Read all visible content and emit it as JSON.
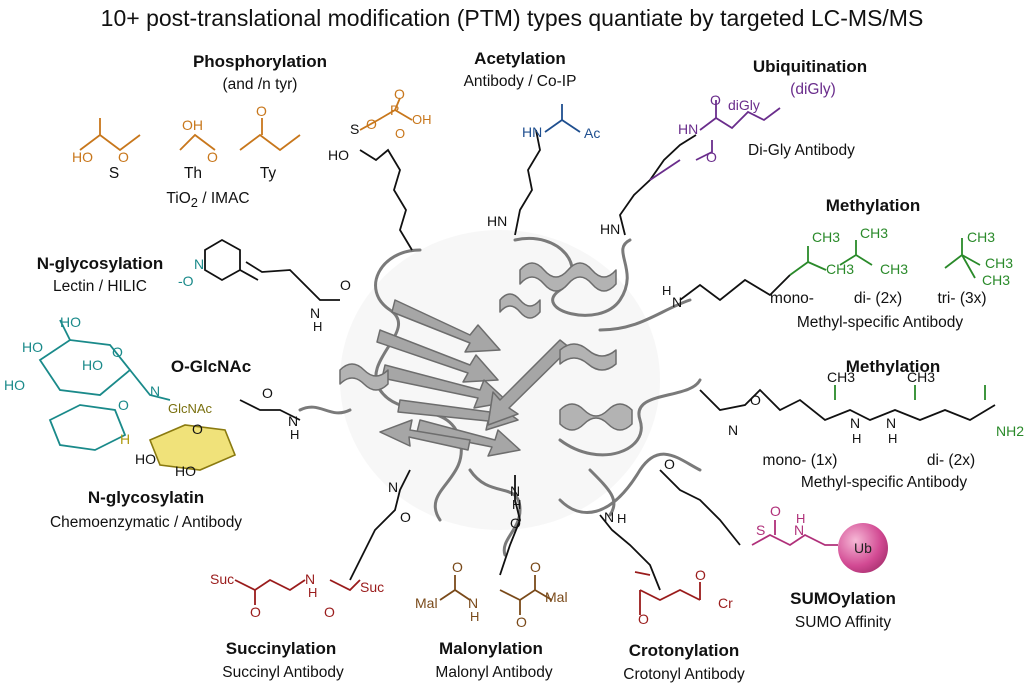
{
  "title": "10+ post-translational modification (PTM) types quantiate by targeted LC-MS/MS",
  "colors": {
    "protein": "#8f8f8f",
    "phospho": "#c8771c",
    "acetyl": "#1f4f8f",
    "ubiquitin": "#6a2d8c",
    "methyl": "#2a8a2a",
    "nglyco": "#1a8a8a",
    "glcnac": "#e8d34a",
    "succinyl": "#9a1c1c",
    "malonyl": "#7a4a1a",
    "crotonyl": "#9a1c1c",
    "sumo": "#d24a93"
  },
  "ptms": {
    "phosphorylation": {
      "name": "Phosphorylation",
      "note": "(and /n tyr)",
      "residues": [
        "S",
        "Th",
        "Ty"
      ],
      "method_prefix": "TiO",
      "method_sub": "2",
      "method_suffix": " / IMAC",
      "atoms": [
        "HO",
        "O",
        "OH",
        "O",
        "O",
        "S",
        "HO",
        "O",
        "P",
        "O",
        "OH",
        "O"
      ]
    },
    "acetylation": {
      "name": "Acetylation",
      "method": "Antibody / Co-IP",
      "atoms": [
        "HN",
        "Ac",
        "HN"
      ]
    },
    "ubiquitination": {
      "name": "Ubiquitination",
      "note": "(diGly)",
      "method": "Di-Gly Antibody",
      "atoms": [
        "O",
        "diGly",
        "HN",
        "O",
        "HN"
      ]
    },
    "methylation_k": {
      "name": "Methylation",
      "states": [
        "mono-",
        "di- (2x)",
        "tri- (3x)"
      ],
      "method": "Methyl-specific Antibody",
      "atoms": [
        "CH3",
        "CH3",
        "CH3",
        "CH3",
        "CH3",
        "CH3",
        "CH3",
        "H",
        "N"
      ]
    },
    "methylation_r": {
      "name": "Methylation",
      "states": [
        "mono- (1x)",
        "di- (2x)"
      ],
      "method": "Methyl-specific Antibody",
      "atoms": [
        "N",
        "O",
        "CH3",
        "N",
        "H",
        "N",
        "H",
        "CH3",
        "NH2"
      ]
    },
    "nglycosylation": {
      "name": "N-glycosylation",
      "method": "Lectin / HILIC",
      "atoms": [
        "N",
        "-O",
        "N",
        "H",
        "O"
      ]
    },
    "oglcnac": {
      "name": "O-GlcNAc",
      "atoms": [
        "HO",
        "HO",
        "HO",
        "HO",
        "O",
        "O",
        "N",
        "GlcNAc",
        "H",
        "HO",
        "O",
        "HO",
        "O",
        "N",
        "H"
      ]
    },
    "nglycosylatin": {
      "name": "N-glycosylatin",
      "method": "Chemoenzymatic / Antibody"
    },
    "succinylation": {
      "name": "Succinylation",
      "method": "Succinyl Antibody",
      "atoms": [
        "Suc",
        "O",
        "N",
        "H",
        "O",
        "Suc",
        "N",
        "O"
      ]
    },
    "malonylation": {
      "name": "Malonylation",
      "method": "Malonyl Antibody",
      "atoms": [
        "O",
        "Mal",
        "N",
        "H",
        "O",
        "O",
        "Mal",
        "N",
        "H",
        "O"
      ]
    },
    "crotonylation": {
      "name": "Crotonylation",
      "method": "Crotonyl Antibody",
      "atoms": [
        "O",
        "O",
        "Cr",
        "N",
        "H"
      ]
    },
    "sumoylation": {
      "name": "SUMOylation",
      "method": "SUMO Affinity",
      "atoms": [
        "O",
        "S",
        "O",
        "N",
        "H",
        "Ub"
      ]
    }
  }
}
